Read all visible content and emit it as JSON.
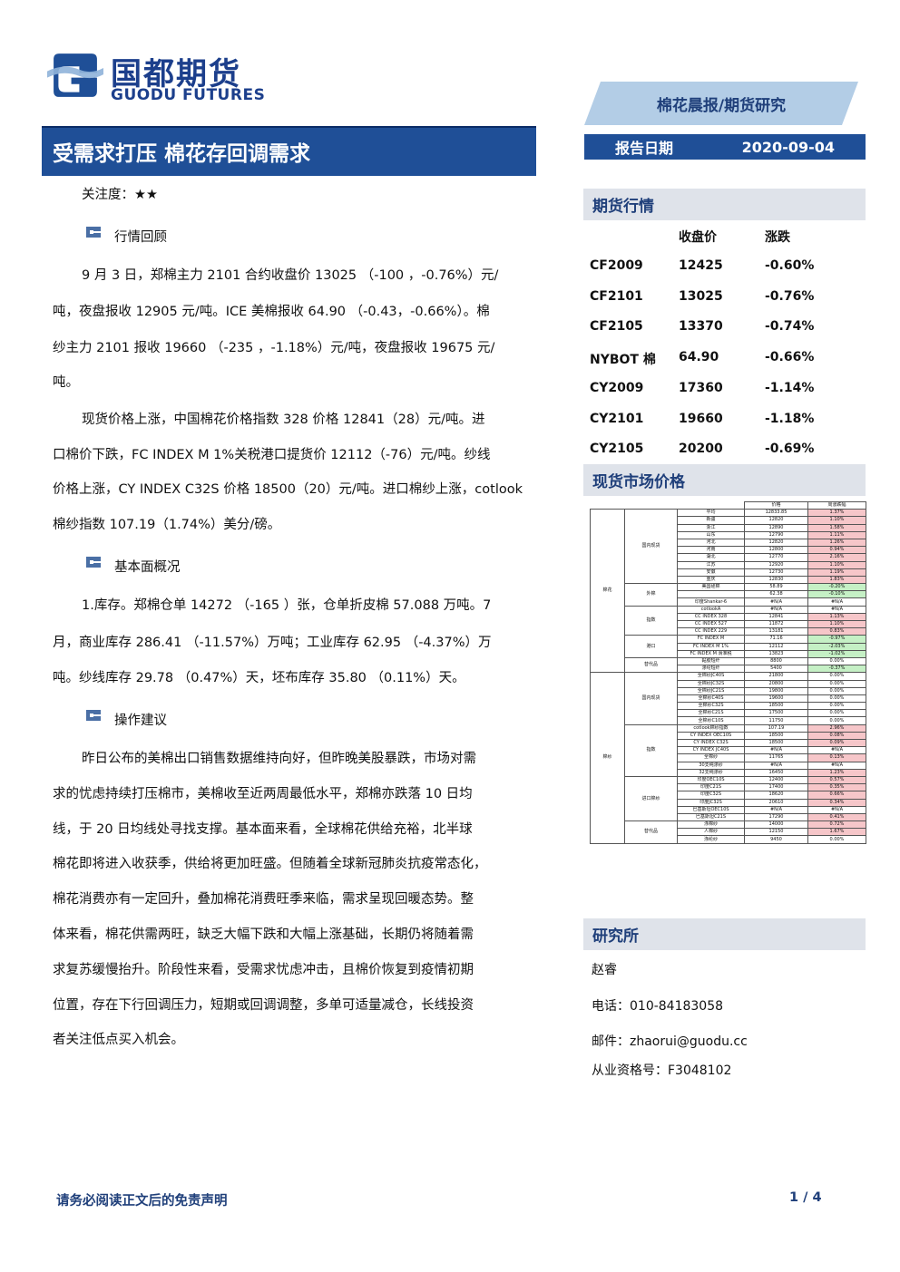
{
  "header": {
    "logo_cn": "国都期货",
    "logo_en": "GUODU FUTURES",
    "report_type": "棉花晨报/期货研究",
    "date_label": "报告日期",
    "date_value": "2020-09-04",
    "brand_color": "#1f4f97"
  },
  "title": "受需求打压 棉花存回调需求",
  "attention": "关注度：★★",
  "sections": {
    "review_title": "行情回顾",
    "review_lines": [
      "9 月 3 日，郑棉主力 2101 合约收盘价 13025 （-100 ，-0.76%）元/",
      "吨，夜盘报收 12905 元/吨。ICE 美棉报收 64.90 （-0.43，-0.66%）。棉",
      "纱主力 2101 报收 19660 （-235 ，-1.18%）元/吨，夜盘报收 19675 元/",
      "吨。",
      "现货价格上涨，中国棉花价格指数 328 价格 12841（28）元/吨。进",
      "口棉价下跌，FC INDEX M 1%关税港口提货价 12112（-76）元/吨。纱线",
      "价格上涨，CY INDEX C32S 价格 18500（20）元/吨。进口棉纱上涨，cotlook",
      "棉纱指数 107.19（1.74%）美分/磅。"
    ],
    "fundamental_title": "基本面概况",
    "fundamental_lines": [
      "1.库存。郑棉仓单 14272 （-165 ）张，仓单折皮棉 57.088 万吨。7",
      "月，商业库存 286.41 （-11.57%）万吨；工业库存 62.95 （-4.37%）万",
      "吨。纱线库存 29.78 （0.47%）天，坯布库存 35.80 （0.11%）天。"
    ],
    "advice_title": "操作建议",
    "advice_lines": [
      "昨日公布的美棉出口销售数据维持向好，但昨晚美股暴跌，市场对需",
      "求的忧虑持续打压棉市，美棉收至近两周最低水平，郑棉亦跌落 10 日均",
      "线，于 20 日均线处寻找支撑。基本面来看，全球棉花供给充裕，北半球",
      "棉花即将进入收获季，供给将更加旺盛。但随着全球新冠肺炎抗疫常态化，",
      "棉花消费亦有一定回升，叠加棉花消费旺季来临，需求呈现回暖态势。整",
      "体来看，棉花供需两旺，缺乏大幅下跌和大幅上涨基础，长期仍将随着需",
      "求复苏缓慢抬升。阶段性来看，受需求忧虑冲击，且棉价恢复到疫情初期",
      "位置，存在下行回调压力，短期或回调调整，多单可适量减仓，长线投资",
      "者关注低点买入机会。"
    ]
  },
  "futures": {
    "title": "期货行情",
    "col_close": "收盘价",
    "col_change": "涨跌",
    "rows": [
      {
        "name": "CF2009",
        "close": "12425",
        "change": "-0.60%"
      },
      {
        "name": "CF2101",
        "close": "13025",
        "change": "-0.76%"
      },
      {
        "name": "CF2105",
        "close": "13370",
        "change": "-0.74%"
      },
      {
        "name": "NYBOT 棉",
        "close": "64.90",
        "change": "-0.66%"
      },
      {
        "name": "CY2009",
        "close": "17360",
        "change": "-1.14%"
      },
      {
        "name": "CY2101",
        "close": "19660",
        "change": "-1.18%"
      },
      {
        "name": "CY2105",
        "close": "20200",
        "change": "-0.69%"
      }
    ]
  },
  "spot": {
    "title": "现货市场价格",
    "head": [
      "价格",
      "周涨跌幅"
    ],
    "rows": [
      {
        "cat": "棉花",
        "sub": "国内现货",
        "name": "平均",
        "price": "12833.85",
        "chg": "1.37%",
        "dir": "pos"
      },
      {
        "cat": "棉花",
        "sub": "国内现货",
        "name": "新疆",
        "price": "12820",
        "chg": "1.10%",
        "dir": "pos"
      },
      {
        "cat": "棉花",
        "sub": "国内现货",
        "name": "浙江",
        "price": "12890",
        "chg": "1.58%",
        "dir": "pos"
      },
      {
        "cat": "棉花",
        "sub": "国内现货",
        "name": "山东",
        "price": "12790",
        "chg": "1.11%",
        "dir": "pos"
      },
      {
        "cat": "棉花",
        "sub": "国内现货",
        "name": "河北",
        "price": "12820",
        "chg": "1.26%",
        "dir": "pos"
      },
      {
        "cat": "棉花",
        "sub": "国内现货",
        "name": "河南",
        "price": "12800",
        "chg": "0.94%",
        "dir": "pos"
      },
      {
        "cat": "棉花",
        "sub": "国内现货",
        "name": "湖北",
        "price": "12770",
        "chg": "2.16%",
        "dir": "pos"
      },
      {
        "cat": "棉花",
        "sub": "国内现货",
        "name": "江苏",
        "price": "12920",
        "chg": "1.10%",
        "dir": "pos"
      },
      {
        "cat": "棉花",
        "sub": "国内现货",
        "name": "安徽",
        "price": "12730",
        "chg": "1.19%",
        "dir": "pos"
      },
      {
        "cat": "棉花",
        "sub": "国内现货",
        "name": "重庆",
        "price": "12830",
        "chg": "1.83%",
        "dir": "pos"
      },
      {
        "cat": "棉花",
        "sub": "外棉",
        "name": "美国硅棉",
        "price": "58.89",
        "chg": "-0.20%",
        "dir": "neg"
      },
      {
        "cat": "棉花",
        "sub": "外棉",
        "name": "",
        "price": "62.38",
        "chg": "-0.10%",
        "dir": "neg"
      },
      {
        "cat": "棉花",
        "sub": "外棉",
        "name": "印度Shankar-6",
        "price": "#N/A",
        "chg": "#N/A",
        "dir": ""
      },
      {
        "cat": "棉花",
        "sub": "指数",
        "name": "cotlookA",
        "price": "#N/A",
        "chg": "#N/A",
        "dir": ""
      },
      {
        "cat": "棉花",
        "sub": "指数",
        "name": "CC INDEX 328",
        "price": "12841",
        "chg": "1.13%",
        "dir": "pos"
      },
      {
        "cat": "棉花",
        "sub": "指数",
        "name": "CC INDEX 527",
        "price": "11872",
        "chg": "1.10%",
        "dir": "pos"
      },
      {
        "cat": "棉花",
        "sub": "指数",
        "name": "CC INDEX 229",
        "price": "13181",
        "chg": "0.83%",
        "dir": "pos"
      },
      {
        "cat": "棉花",
        "sub": "港口",
        "name": "FC INDEX M",
        "price": "71.16",
        "chg": "-0.97%",
        "dir": "neg"
      },
      {
        "cat": "棉花",
        "sub": "港口",
        "name": "FC INDEX M 1%",
        "price": "12112",
        "chg": "-2.03%",
        "dir": "neg"
      },
      {
        "cat": "棉花",
        "sub": "港口",
        "name": "FC INDEX M 滑准税",
        "price": "13823",
        "chg": "-1.02%",
        "dir": "neg"
      },
      {
        "cat": "棉花",
        "sub": "替代品",
        "name": "黏胶短纤",
        "price": "8800",
        "chg": "0.00%",
        "dir": ""
      },
      {
        "cat": "棉花",
        "sub": "替代品",
        "name": "涤纶短纤",
        "price": "5400",
        "chg": "-0.37%",
        "dir": "neg"
      },
      {
        "cat": "棉纱",
        "sub": "国内现货",
        "name": "全棉纱JC40S",
        "price": "21800",
        "chg": "0.00%",
        "dir": ""
      },
      {
        "cat": "棉纱",
        "sub": "国内现货",
        "name": "全棉纱JC32S",
        "price": "20800",
        "chg": "0.00%",
        "dir": ""
      },
      {
        "cat": "棉纱",
        "sub": "国内现货",
        "name": "全棉纱JC21S",
        "price": "19800",
        "chg": "0.00%",
        "dir": ""
      },
      {
        "cat": "棉纱",
        "sub": "国内现货",
        "name": "全棉纱C40S",
        "price": "19600",
        "chg": "0.00%",
        "dir": ""
      },
      {
        "cat": "棉纱",
        "sub": "国内现货",
        "name": "全棉纱C32S",
        "price": "18500",
        "chg": "0.00%",
        "dir": ""
      },
      {
        "cat": "棉纱",
        "sub": "国内现货",
        "name": "全棉纱C21S",
        "price": "17500",
        "chg": "0.00%",
        "dir": ""
      },
      {
        "cat": "棉纱",
        "sub": "国内现货",
        "name": "全棉纱C10S",
        "price": "11750",
        "chg": "0.00%",
        "dir": ""
      },
      {
        "cat": "棉纱",
        "sub": "指数",
        "name": "cotlook棉纱指数",
        "price": "107.19",
        "chg": "2.96%",
        "dir": "pos"
      },
      {
        "cat": "棉纱",
        "sub": "指数",
        "name": "CY INDEX OEC10S",
        "price": "18500",
        "chg": "0.08%",
        "dir": "pos"
      },
      {
        "cat": "棉纱",
        "sub": "指数",
        "name": "CY INDEX C32S",
        "price": "18500",
        "chg": "0.09%",
        "dir": "pos"
      },
      {
        "cat": "棉纱",
        "sub": "指数",
        "name": "CY INDEX JC40S",
        "price": "#N/A",
        "chg": "#N/A",
        "dir": ""
      },
      {
        "cat": "棉纱",
        "sub": "指数",
        "name": "全棉纱",
        "price": "11765",
        "chg": "0.13%",
        "dir": "pos"
      },
      {
        "cat": "棉纱",
        "sub": "指数",
        "name": "30支纯涤纱",
        "price": "#N/A",
        "chg": "#N/A",
        "dir": ""
      },
      {
        "cat": "棉纱",
        "sub": "指数",
        "name": "32支纯涤纱",
        "price": "16450",
        "chg": "1.23%",
        "dir": "pos"
      },
      {
        "cat": "棉纱",
        "sub": "进口棉纱",
        "name": "印度OEC10S",
        "price": "12400",
        "chg": "0.57%",
        "dir": "pos"
      },
      {
        "cat": "棉纱",
        "sub": "进口棉纱",
        "name": "印度C21S",
        "price": "17400",
        "chg": "0.35%",
        "dir": "pos"
      },
      {
        "cat": "棉纱",
        "sub": "进口棉纱",
        "name": "印度C32S",
        "price": "18620",
        "chg": "0.66%",
        "dir": "pos"
      },
      {
        "cat": "棉纱",
        "sub": "进口棉纱",
        "name": "印度JC32S",
        "price": "20610",
        "chg": "0.34%",
        "dir": "pos"
      },
      {
        "cat": "棉纱",
        "sub": "进口棉纱",
        "name": "巴基斯坦OEC10S",
        "price": "#N/A",
        "chg": "#N/A",
        "dir": ""
      },
      {
        "cat": "棉纱",
        "sub": "进口棉纱",
        "name": "巴基斯坦C21S",
        "price": "17290",
        "chg": "0.41%",
        "dir": "pos"
      },
      {
        "cat": "棉纱",
        "sub": "替代品",
        "name": "涤棉纱",
        "price": "14000",
        "chg": "0.72%",
        "dir": "pos"
      },
      {
        "cat": "棉纱",
        "sub": "替代品",
        "name": "人棉纱",
        "price": "12150",
        "chg": "1.67%",
        "dir": "pos"
      },
      {
        "cat": "棉纱",
        "sub": "替代品",
        "name": "涤纶纱",
        "price": "9450",
        "chg": "0.00%",
        "dir": ""
      }
    ]
  },
  "research": {
    "title": "研究所",
    "name": "赵睿",
    "phone": "电话：010-84183058",
    "email": "邮件：zhaorui@guodu.cc",
    "license": "从业资格号：F3048102"
  },
  "footer": {
    "disclaimer": "请务必阅读正文后的免责声明",
    "page": "1 / 4"
  }
}
